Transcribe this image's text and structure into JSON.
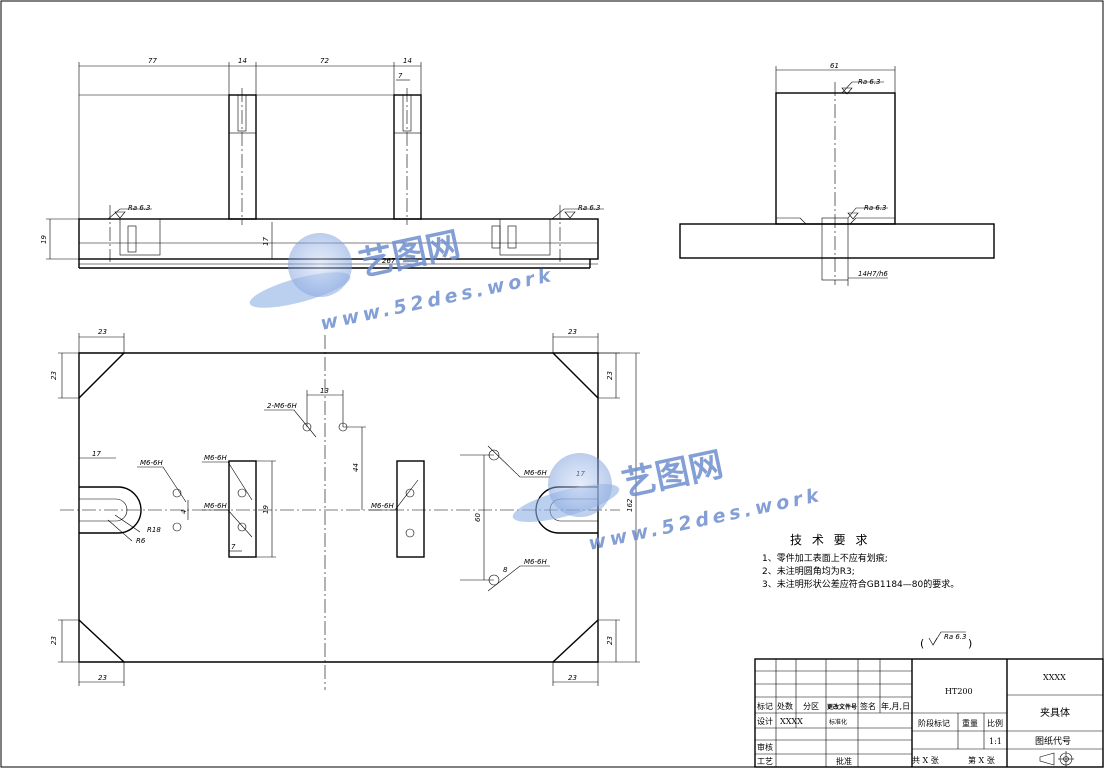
{
  "top_view_dims": {
    "d77": "77",
    "d14a": "14",
    "d72": "72",
    "d14b": "14",
    "d7": "7",
    "d19": "19",
    "d17": "17",
    "d267": "267",
    "ra_left": "Ra 6.3",
    "ra_right": "Ra 6.3"
  },
  "side_view_dims": {
    "d61": "61",
    "ra_top": "Ra 6.3",
    "ra_mid": "Ra 6.3",
    "fit": "14H7/h6"
  },
  "plan_view_dims": {
    "c23_tl": "23",
    "c23_tl_v": "23",
    "c23_tr": "23",
    "c23_tr_v": "23",
    "c23_bl": "23",
    "c23_bl_v": "23",
    "c23_br": "23",
    "c23_br_v": "23",
    "d17_left": "17",
    "d17_right": "17",
    "d13": "13",
    "hole2": "2-M6-6H",
    "d44": "44",
    "m6a": "M6-6H",
    "m6b": "M6-6H",
    "m6c": "M6-6H",
    "m6d": "M6-6H",
    "m6e": "M6-6H",
    "m6f": "M6-6H",
    "d19": "19",
    "d7": "7",
    "d60": "60",
    "d8": "8",
    "d162": "162",
    "r18": "R18",
    "r6": "R6",
    "d4": "4"
  },
  "tech_requirements": {
    "title": "技 术 要 求",
    "items": [
      "1、零件加工表面上不应有划痕;",
      "2、未注明圆角均为R3;",
      "3、未注明形状公差应符合GB1184—80的要求。"
    ]
  },
  "surface_note": "Ra 6.3",
  "title_block": {
    "material": "HT200",
    "company": "XXXX",
    "part_name": "夹具体",
    "drawing_no_label": "图纸代号",
    "labels": {
      "mark": "标记",
      "count": "处数",
      "zone": "分区",
      "change_doc": "更改文件号",
      "sign": "签名",
      "date": "年,月,日",
      "design": "设计",
      "designer": "XXXX",
      "standardize": "标准化",
      "stage": "阶段标记",
      "weight": "重量",
      "scale_label": "比例",
      "scale": "1:1",
      "review": "审核",
      "process": "工艺",
      "approve": "批准",
      "total_sheets": "共  X  张",
      "sheet_no": "第  X  张"
    }
  },
  "watermark": {
    "brand": "艺图网",
    "url": "www.52des.work"
  }
}
